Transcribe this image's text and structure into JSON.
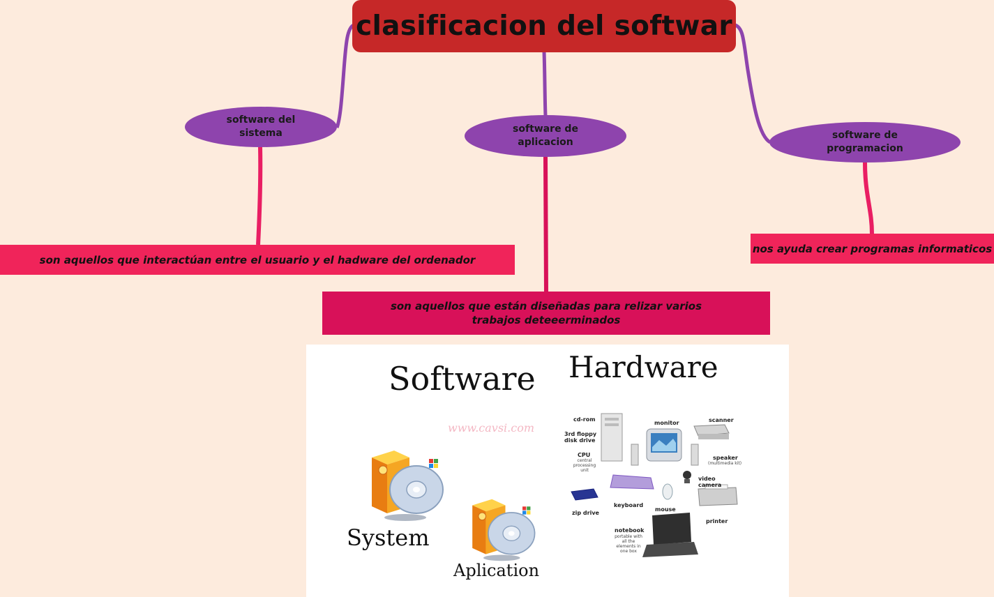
{
  "root": {
    "title": "clasificacion del softwar"
  },
  "branches": [
    {
      "title": "software del sistema",
      "description": "son aquellos que interactúan entre el usuario y el hadware del ordenador"
    },
    {
      "title": "software de aplicacion",
      "description": "son aquellos que están diseñadas para relizar varios trabajos deteeerminados"
    },
    {
      "title": "software de programacion",
      "description": "nos ayuda crear programas informaticos"
    }
  ],
  "illustration": {
    "software_heading": "Software",
    "hardware_heading": "Hardware",
    "watermark": "www.cavsi.com",
    "system_label": "System",
    "application_label": "Aplication",
    "hardware_labels": {
      "cdrom": "cd-rom",
      "floppy": "3rd floppy disk drive",
      "cpu": "CPU",
      "cpu_sub": "central processing unit",
      "monitor": "monitor",
      "scanner": "scanner",
      "speaker": "speaker",
      "speaker_sub": "(multimedia kit)",
      "video_camera": "video camera",
      "keyboard": "keyboard",
      "mouse": "mouse",
      "printer": "printer",
      "zip_drive": "zip drive",
      "notebook": "notebook",
      "notebook_sub": "portable with all the elements in one box"
    }
  },
  "colors": {
    "background": "#fdebdd",
    "root": "#c62828",
    "bubble": "#8e44ad",
    "connector_top": "#8e44ad",
    "connector_bottom": "#e91e63",
    "description": "#f0245a",
    "description_dark": "#d81159"
  }
}
